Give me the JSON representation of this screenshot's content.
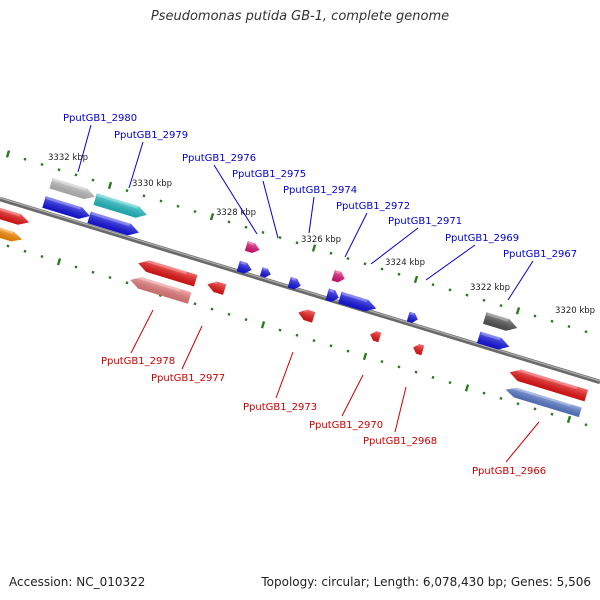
{
  "title": "Pseudomonas putida GB-1, complete genome",
  "footer": {
    "accession": "Accession: NC_010322",
    "summary": "Topology: circular; Length: 6,078,430 bp; Genes: 5,506"
  },
  "colors": {
    "forward_label": "#0000cc",
    "reverse_label": "#cc0000",
    "backbone": "#888888",
    "tick": "#2a7a1e"
  },
  "ticks": [
    "3332 kbp",
    "3330 kbp",
    "3328 kbp",
    "3326 kbp",
    "3324 kbp",
    "3322 kbp",
    "3320 kbp"
  ],
  "genes_forward": [
    {
      "label": "PputGB1_2980",
      "color": "#c0c0c0"
    },
    {
      "label": "PputGB1_2979",
      "color": "#22c2c8"
    },
    {
      "label": "PputGB1_2976",
      "color": "#e0157a"
    },
    {
      "label": "PputGB1_2975",
      "color": "#1010ee"
    },
    {
      "label": "PputGB1_2974",
      "color": "#1010ee"
    },
    {
      "label": "PputGB1_2972",
      "color": "#e0157a"
    },
    {
      "label": "PputGB1_2971",
      "color": "#1010ee"
    },
    {
      "label": "PputGB1_2969",
      "color": "#1010ee"
    },
    {
      "label": "PputGB1_2967",
      "color": "#555555"
    }
  ],
  "genes_reverse": [
    {
      "label": "PputGB1_2978",
      "color": "#ee1010"
    },
    {
      "label": "PputGB1_2977",
      "color": "#ee1010"
    },
    {
      "label": "PputGB1_2973",
      "color": "#ee1010"
    },
    {
      "label": "PputGB1_2970",
      "color": "#ee1010"
    },
    {
      "label": "PputGB1_2968",
      "color": "#ee1010"
    },
    {
      "label": "PputGB1_2966",
      "color": "#ee1010"
    }
  ]
}
